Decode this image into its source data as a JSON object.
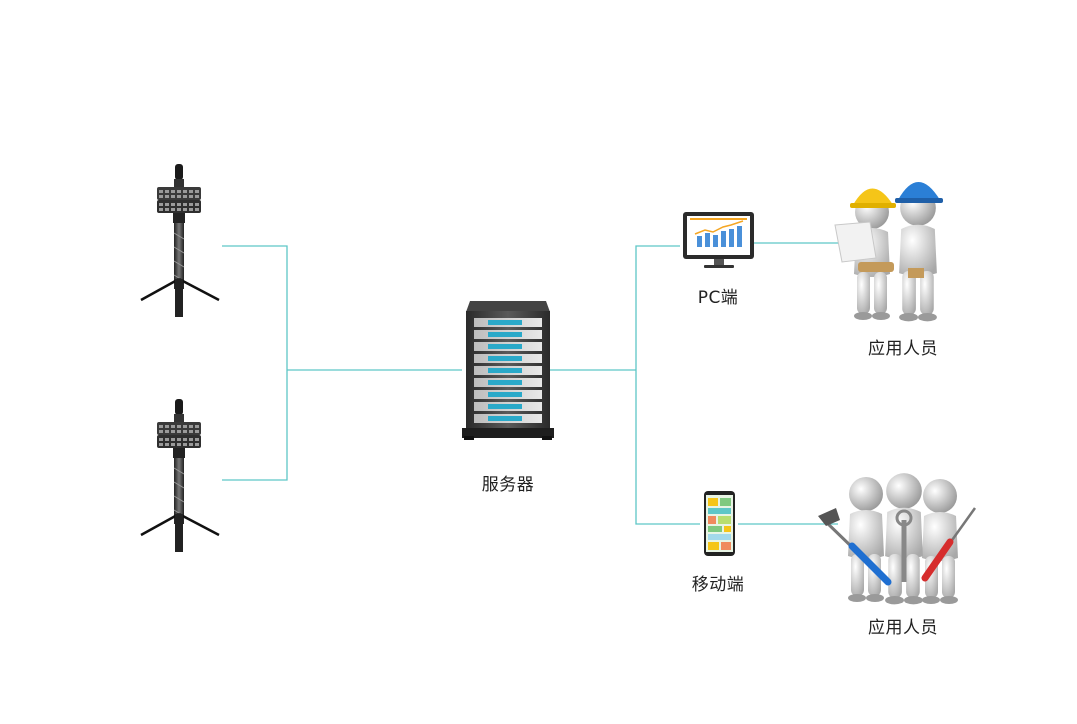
{
  "labels": {
    "server": "服务器",
    "pc": "PC端",
    "mobile": "移动端",
    "users_pc": "应用人员",
    "users_mobile": "应用人员"
  },
  "colors": {
    "connector": "#5ec7c7",
    "hardhat_yellow": "#f5c518",
    "hardhat_blue": "#2b7fd6",
    "screen_teal": "#2aa9c9",
    "chart_bar": "#4a90d9",
    "chart_line": "#f5a623",
    "tool_blue": "#1f6fd1",
    "tool_red": "#d62d2d"
  },
  "icons": {
    "device_top": "sensor-mast-icon",
    "device_bottom": "sensor-mast-icon",
    "server": "server-rack-icon",
    "pc": "monitor-icon",
    "mobile": "smartphone-icon",
    "users_pc": "workers-hardhat-icon",
    "users_mobile": "workers-tools-icon"
  }
}
